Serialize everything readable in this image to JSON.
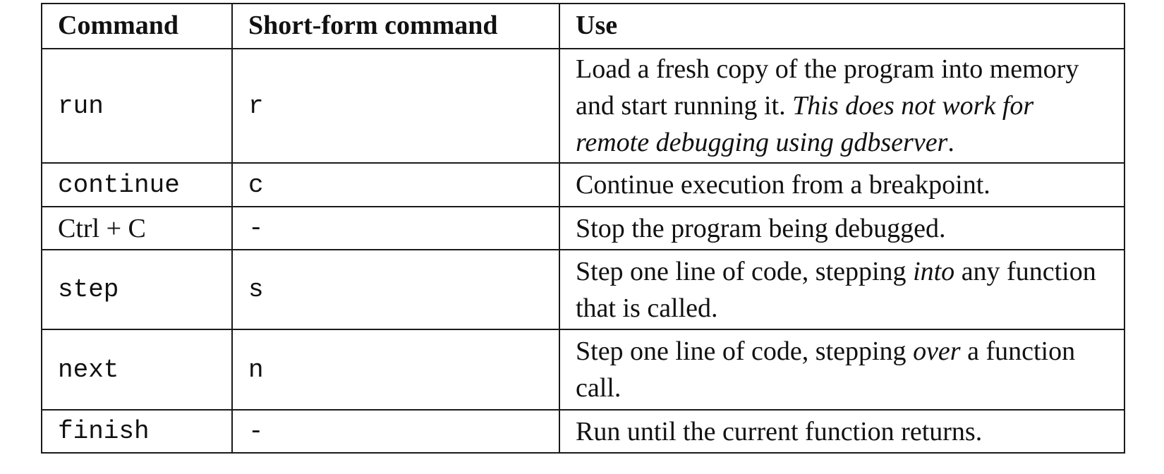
{
  "table": {
    "headers": [
      "Command",
      "Short-form command",
      "Use"
    ],
    "rows": [
      {
        "command": "run",
        "short": "r",
        "use_plain": "Load a fresh copy of the program into memory and start running it. ",
        "use_italic": "This does not work for remote debugging using gdbserver",
        "use_tail": "."
      },
      {
        "command": "continue",
        "short": "c",
        "use": "Continue execution from a breakpoint."
      },
      {
        "command": "Ctrl + C",
        "short": "-",
        "use": "Stop the program being debugged."
      },
      {
        "command": "step",
        "short": "s",
        "use_before": "Step one line of code, stepping ",
        "use_italic": "into",
        "use_after": " any function that is called."
      },
      {
        "command": "next",
        "short": "n",
        "use_before": "Step one line of code, stepping ",
        "use_italic": "over",
        "use_after": " a function call."
      },
      {
        "command": "finish",
        "short": "-",
        "use": "Run until the current function returns."
      }
    ]
  }
}
